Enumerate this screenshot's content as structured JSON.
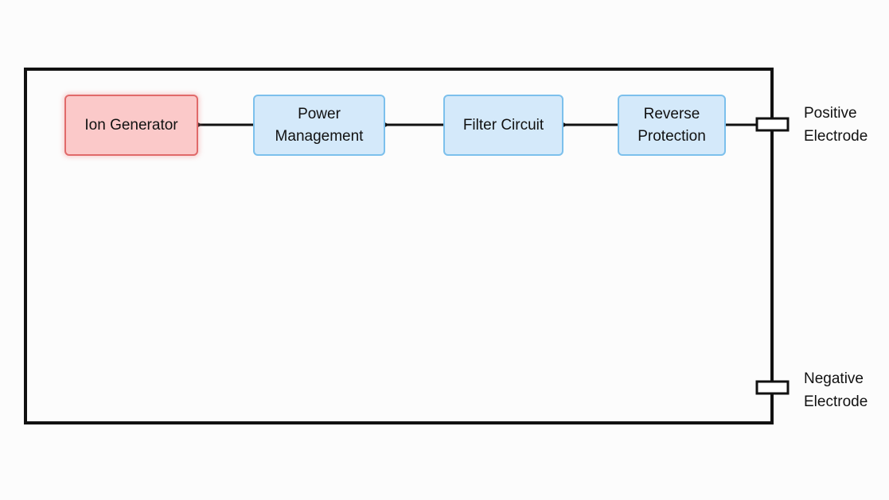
{
  "blocks": {
    "ion_generator": "Ion Generator",
    "power_management": "Power\nManagement",
    "filter_circuit": "Filter Circuit",
    "reverse_protection": "Reverse\nProtection"
  },
  "terminals": {
    "positive": "Positive\nElectrode",
    "negative": "Negative\nElectrode"
  },
  "colors": {
    "block_fill": "#d4e9fa",
    "block_border": "#7cc0ec",
    "highlight_fill": "#fbc9c9",
    "highlight_border": "#e06a6a",
    "line": "#111111"
  }
}
